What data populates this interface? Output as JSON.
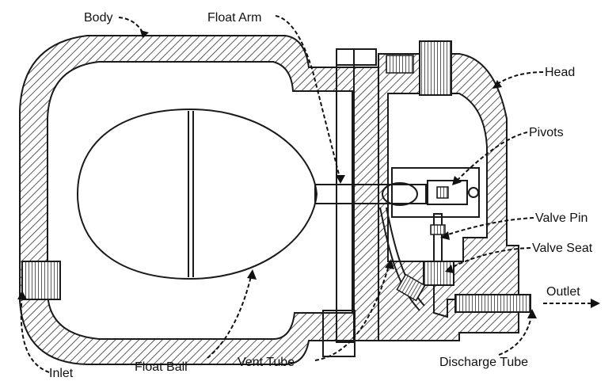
{
  "labels": {
    "body": "Body",
    "float_arm": "Float Arm",
    "head": "Head",
    "pivots": "Pivots",
    "valve_pin": "Valve Pin",
    "valve_seat": "Valve Seat",
    "outlet": "Outlet",
    "discharge_tube": "Discharge Tube",
    "vent_tube": "Vent Tube",
    "float_ball": "Float Ball",
    "inlet": "Inlet"
  },
  "colors": {
    "ink": "#111111",
    "background": "#ffffff"
  }
}
